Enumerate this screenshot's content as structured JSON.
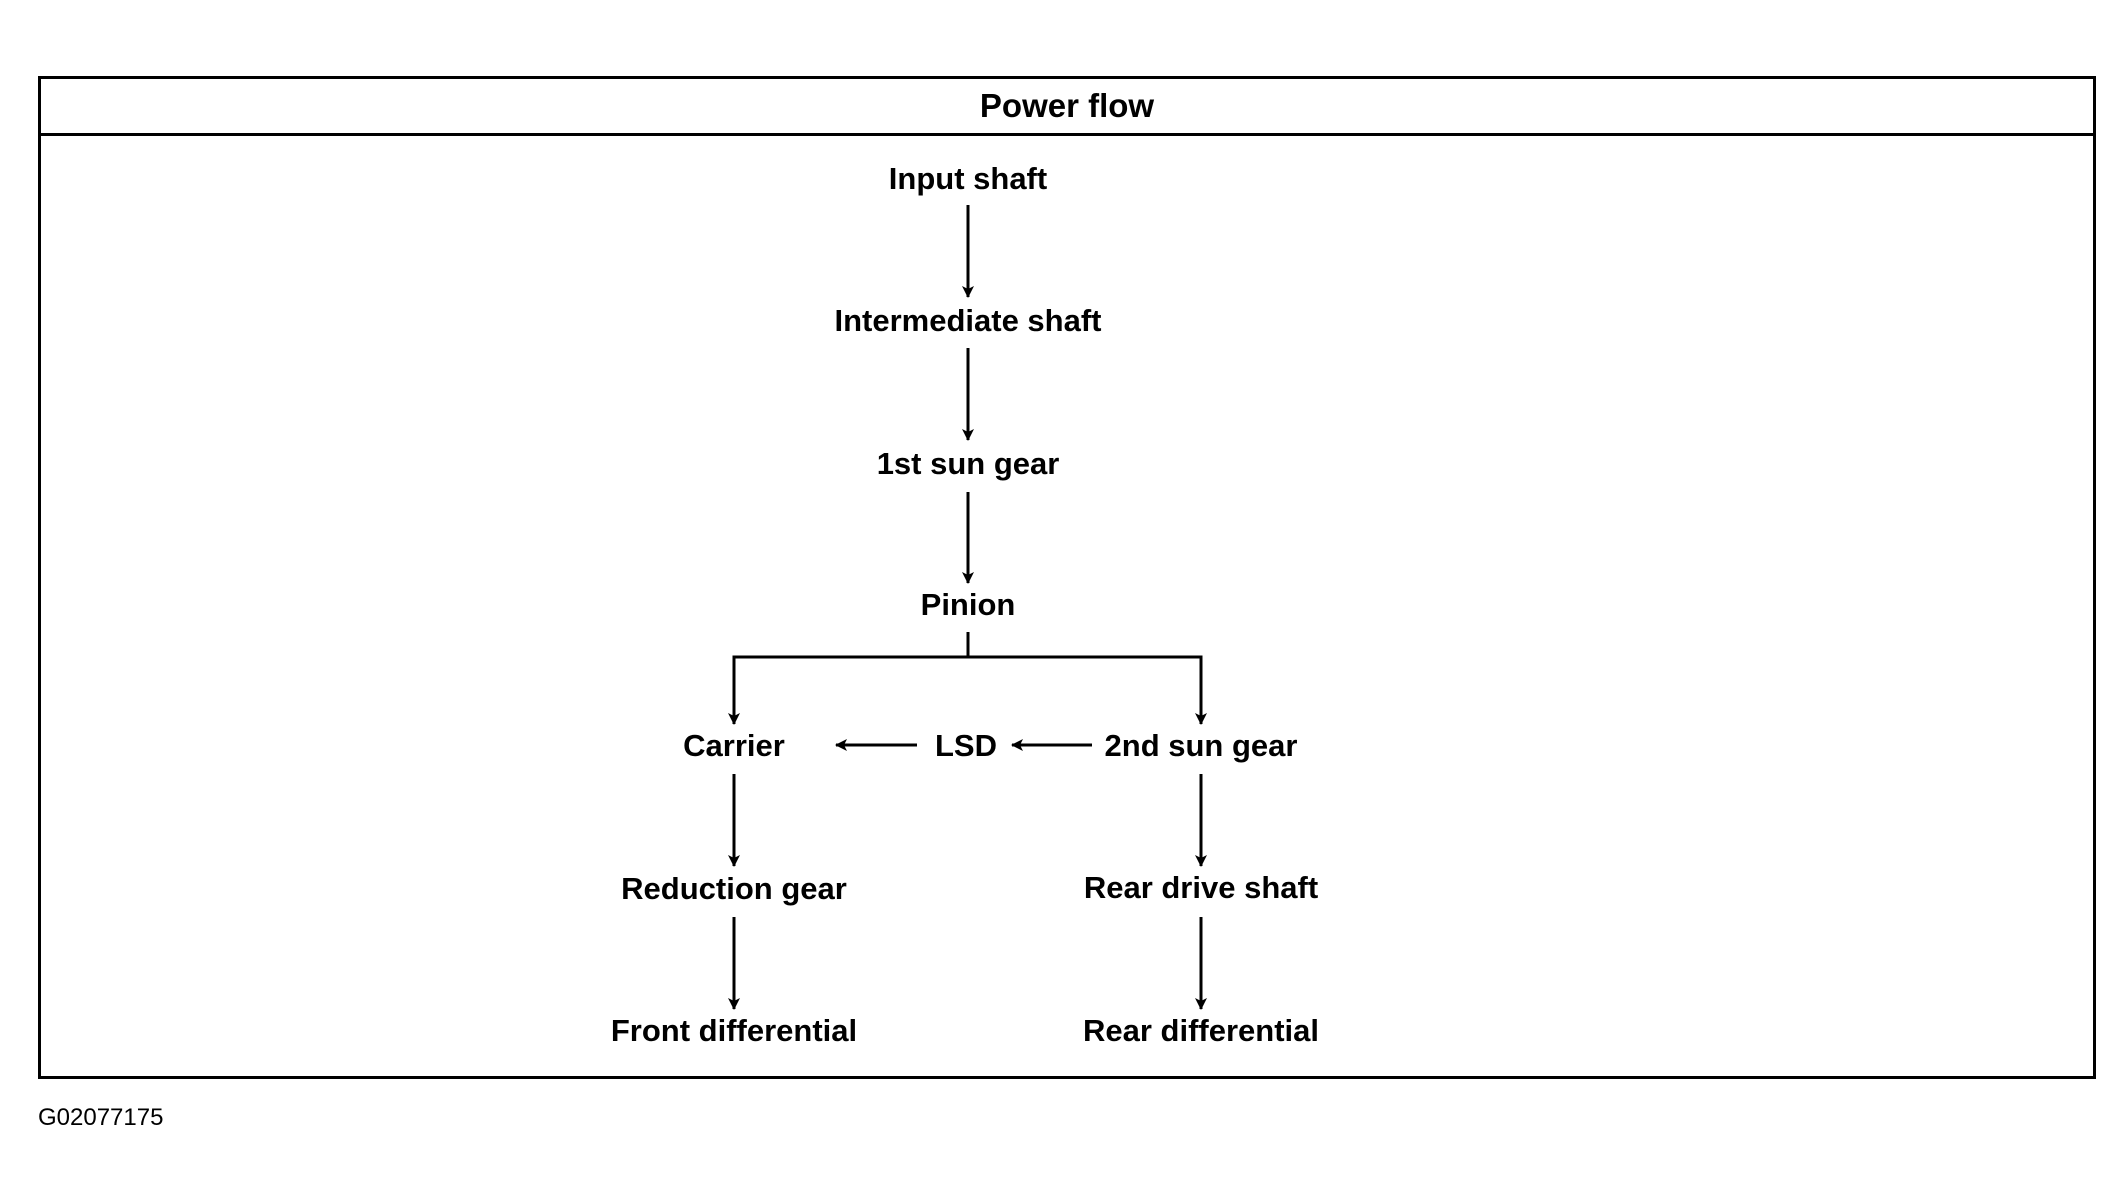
{
  "title": "Power flow",
  "figure_id": "G02077175",
  "nodes": {
    "input_shaft": "Input shaft",
    "intermediate_shaft": "Intermediate shaft",
    "first_sun_gear": "1st sun gear",
    "pinion": "Pinion",
    "carrier": "Carrier",
    "lsd": "LSD",
    "second_sun_gear": "2nd sun gear",
    "reduction_gear": "Reduction gear",
    "rear_drive_shaft": "Rear drive shaft",
    "front_differential": "Front differential",
    "rear_differential": "Rear differential"
  },
  "edges": [
    {
      "from": "Input shaft",
      "to": "Intermediate shaft"
    },
    {
      "from": "Intermediate shaft",
      "to": "1st sun gear"
    },
    {
      "from": "1st sun gear",
      "to": "Pinion"
    },
    {
      "from": "Pinion",
      "to": "Carrier"
    },
    {
      "from": "Pinion",
      "to": "2nd sun gear"
    },
    {
      "from": "2nd sun gear",
      "to": "LSD"
    },
    {
      "from": "LSD",
      "to": "Carrier"
    },
    {
      "from": "Carrier",
      "to": "Reduction gear"
    },
    {
      "from": "Reduction gear",
      "to": "Front differential"
    },
    {
      "from": "2nd sun gear",
      "to": "Rear drive shaft"
    },
    {
      "from": "Rear drive shaft",
      "to": "Rear differential"
    }
  ]
}
